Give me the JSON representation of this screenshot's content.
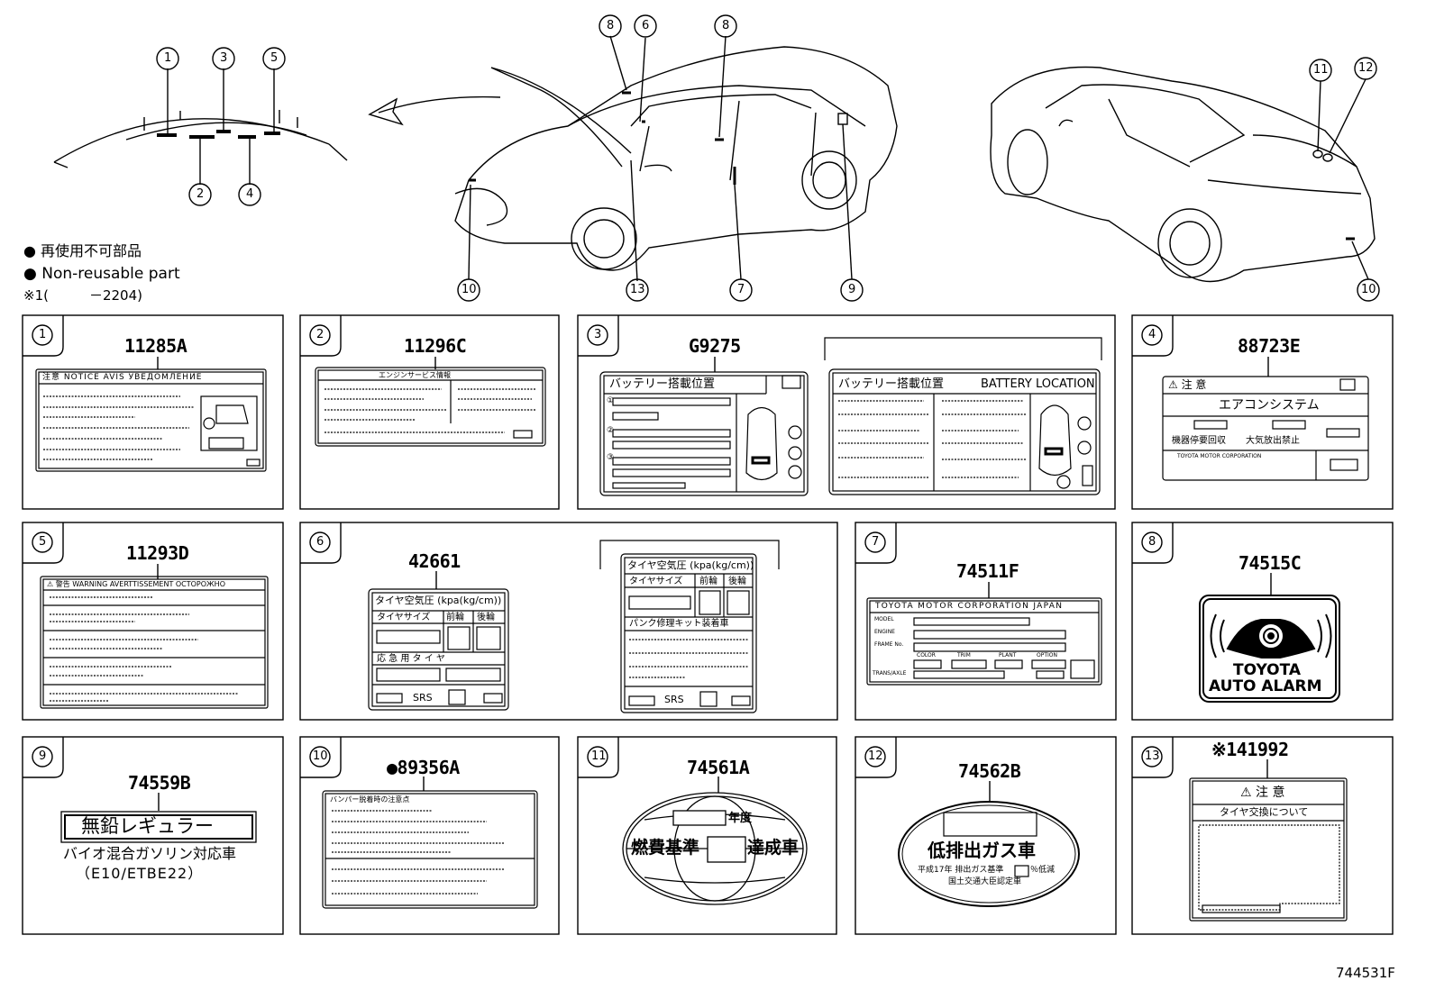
{
  "legend": {
    "jp": "● 再使用不可部品",
    "en": "● Non-reusable part",
    "note": "※1(　　　－2204)"
  },
  "callouts": [
    "1",
    "2",
    "3",
    "4",
    "5",
    "8",
    "6",
    "8",
    "11",
    "12",
    "10",
    "13",
    "7",
    "9",
    "10"
  ],
  "panels": [
    {
      "no": "1",
      "part": "11285A",
      "text": [
        "注意 NOTICE AVIS УВЕДОМЛЕНИЕ"
      ]
    },
    {
      "no": "2",
      "part": "11296C",
      "text": [
        "エンジンサービス情報"
      ]
    },
    {
      "no": "3",
      "part": "G9275",
      "text": [
        "バッテリー搭載位置",
        "バッテリー搭載位置",
        "BATTERY LOCATION",
        "①",
        "②",
        "③"
      ]
    },
    {
      "no": "4",
      "part": "88723E",
      "text": [
        "⚠ 注 意",
        "エアコンシステム",
        "機器停要回収",
        "大気放出禁止",
        "TOYOTA MOTOR CORPORATION"
      ]
    },
    {
      "no": "5",
      "part": "11293D",
      "text": [
        "⚠ 警告 WARNING AVERTTISSEMENT OCTOPOЖHO"
      ]
    },
    {
      "no": "6",
      "part": "42661",
      "text": [
        "タイヤ空気圧 (kpa(kg/cm))",
        "タイヤサイズ",
        "前輪",
        "後輪",
        "応 急 用 タ イ ヤ",
        "SRS",
        "タイヤ空気圧 (kpa(kg/cm))",
        "パンク修理キット装着車"
      ]
    },
    {
      "no": "7",
      "part": "74511F",
      "text": [
        "TOYOTA MOTOR CORPORATION JAPAN",
        "MODEL",
        "ENGINE",
        "FRAME No.",
        "COLOR",
        "TRIM",
        "PLANT",
        "OPTION",
        "TRANS/AXLE"
      ]
    },
    {
      "no": "8",
      "part": "74515C",
      "text": [
        "TOYOTA",
        "AUTO ALARM"
      ]
    },
    {
      "no": "9",
      "part": "74559B",
      "text": [
        "無鉛レギュラー",
        "バイオ混合ガソリン対応車",
        "（E10/ETBE22）"
      ]
    },
    {
      "no": "10",
      "part": "●89356A",
      "text": [
        "バンパー脱着時の注意点"
      ]
    },
    {
      "no": "11",
      "part": "74561A",
      "text": [
        "年度",
        "燃費基準",
        "達成車"
      ]
    },
    {
      "no": "12",
      "part": "74562B",
      "text": [
        "低排出ガス車",
        "平成17年 排出ガス基準",
        "％低減",
        "国土交通大臣認定車"
      ]
    },
    {
      "no": "13",
      "part": "※141992",
      "text": [
        "⚠ 注 意",
        "タイヤ交換について"
      ]
    }
  ],
  "figure_code": "744531F"
}
